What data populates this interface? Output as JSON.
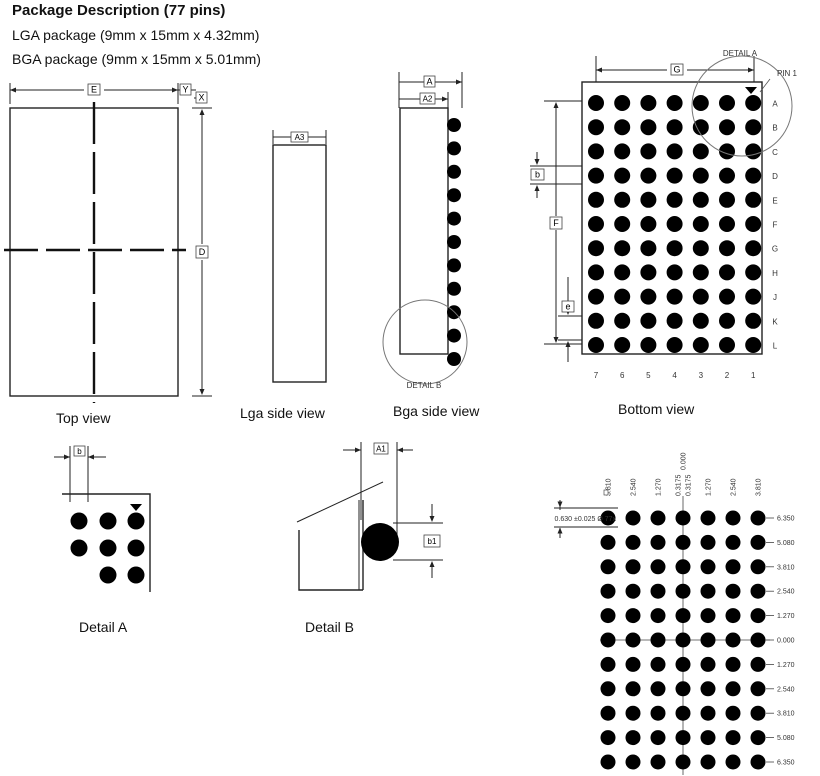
{
  "header": {
    "title": "Package Description (77 pins)",
    "lga": "LGA package (9mm x 15mm x 4.32mm)",
    "bga": "BGA package (9mm x 15mm x 5.01mm)"
  },
  "captions": {
    "top": "Top view",
    "lga_side": "Lga side  view",
    "bga_side": "Bga side  view",
    "bottom": "Bottom  view",
    "detail_a": "Detail  A",
    "detail_b": "Detail  B"
  },
  "labels": {
    "E": "E",
    "Y": "Y",
    "X": "X",
    "D": "D",
    "A3": "A3",
    "A": "A",
    "A2": "A2",
    "A1": "A1",
    "G": "G",
    "b": "b",
    "F": "F",
    "e": "e",
    "b1": "b1",
    "detail_a": "DETAIL A",
    "detail_b": "DETAIL B",
    "pin1": "PIN 1"
  },
  "rows": [
    "A",
    "B",
    "C",
    "D",
    "E",
    "F",
    "G",
    "H",
    "J",
    "K",
    "L"
  ],
  "cols": [
    "7",
    "6",
    "5",
    "4",
    "3",
    "2",
    "1"
  ],
  "footprint": {
    "top_labels": [
      "3.810",
      "2.540",
      "1.270",
      "0.3175",
      "0.000",
      "0.3175",
      "1.270",
      "2.540",
      "3.810"
    ],
    "right_labels": [
      "6.350",
      "5.080",
      "3.810",
      "2.540",
      "1.270",
      "0.000",
      "1.270",
      "2.540",
      "3.810",
      "5.080",
      "6.350"
    ],
    "pad_note": "0.630 ±0.025 Ø 77x"
  }
}
